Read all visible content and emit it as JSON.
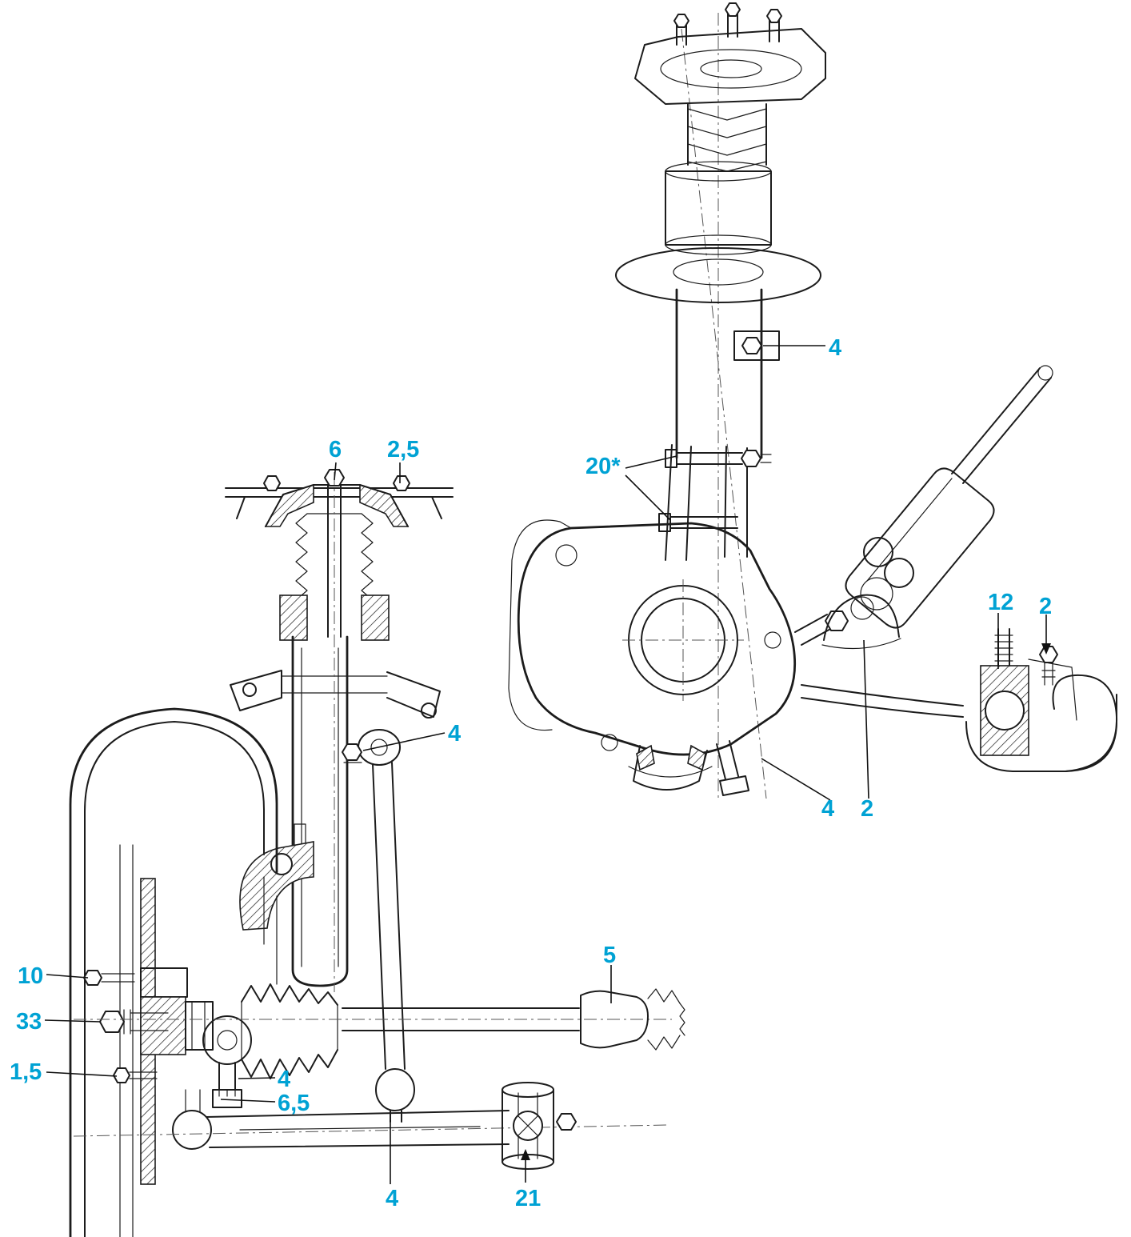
{
  "diagram": {
    "subject": "front-suspension-technical-diagram",
    "views": [
      "left-cutaway-wheel-strut-view",
      "right-strut-knuckle-exploded-view"
    ],
    "accent_color": "#00a2d4",
    "line_color": "#1c1c1c",
    "background_color": "#ffffff"
  },
  "callouts": [
    {
      "id": "upper-strut-mount-nut",
      "text": "6"
    },
    {
      "id": "upper-strut-mount-bolt",
      "text": "2,5"
    },
    {
      "id": "strut-bracket-nut",
      "text": "4"
    },
    {
      "id": "knuckle-pinch-bolts",
      "text": "20*"
    },
    {
      "id": "stabilizer-bushing-stud",
      "text": "12"
    },
    {
      "id": "stabilizer-clamp-bolt",
      "text": "2"
    },
    {
      "id": "stabilizer-link-upper-nut",
      "text": "4"
    },
    {
      "id": "outer-cv-joint",
      "text": "5"
    },
    {
      "id": "hub-bolt",
      "text": "10"
    },
    {
      "id": "axle-nut",
      "text": "33"
    },
    {
      "id": "brake-shield-bolts",
      "text": "1,5"
    },
    {
      "id": "tie-rod-end-locknut",
      "text": "4"
    },
    {
      "id": "ball-joint-stud-nut",
      "text": "6,5"
    },
    {
      "id": "stabilizer-link-lower-nut",
      "text": "4"
    },
    {
      "id": "control-arm-bushing",
      "text": "21"
    },
    {
      "id": "lower-ball-joint-nut",
      "text": "4"
    },
    {
      "id": "tie-rod-stud-nut",
      "text": "2"
    }
  ]
}
